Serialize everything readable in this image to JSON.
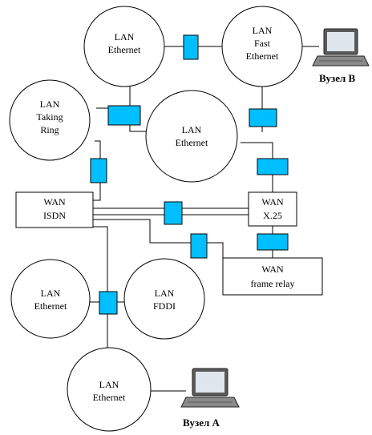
{
  "networks": {
    "lan_eth_top": [
      "LAN",
      "Ethernet"
    ],
    "lan_fast_eth": [
      "LAN",
      "Fast",
      "Ethernet"
    ],
    "lan_token_ring": [
      "LAN",
      "Taking",
      "Ring"
    ],
    "lan_eth_mid": [
      "LAN",
      "Ethernet"
    ],
    "wan_isdn": [
      "WAN",
      "ISDN"
    ],
    "wan_x25": [
      "WAN",
      "X.25"
    ],
    "wan_frame_relay": [
      "WAN",
      "frame relay"
    ],
    "lan_eth_left": [
      "LAN",
      "Ethernet"
    ],
    "lan_fddi": [
      "LAN",
      "FDDI"
    ],
    "lan_eth_bottom": [
      "LAN",
      "Ethernet"
    ]
  },
  "nodes": {
    "node_b": "Вузел В",
    "node_a": "Вузел А"
  },
  "colors": {
    "router_fill": "#00bfff",
    "line": "#000000",
    "laptop_screen": "#dfe6ee",
    "laptop_body": "#5a5a5a"
  }
}
